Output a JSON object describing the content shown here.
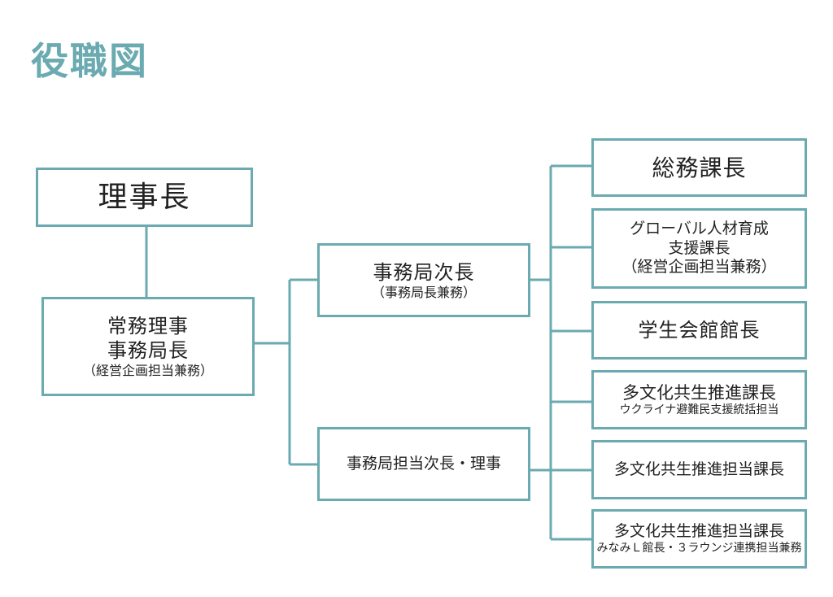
{
  "title": "役職図",
  "colors": {
    "accent": "#6aaab0",
    "text": "#222222",
    "background": "#ffffff"
  },
  "nodes": {
    "chairman": {
      "line1": "理事長"
    },
    "managing_director": {
      "line1": "常務理事",
      "line2": "事務局長",
      "line3": "（経営企画担当兼務）"
    },
    "deputy_secretary_general": {
      "line1": "事務局次長",
      "line2": "（事務局長兼務）"
    },
    "deputy_in_charge": {
      "line1": "事務局担当次長・理事"
    },
    "general_affairs": {
      "line1": "総務課長"
    },
    "global_hr": {
      "line1": "グローバル人材育成",
      "line2": "支援課長",
      "line3": "（経営企画担当兼務）"
    },
    "student_hall": {
      "line1": "学生会館館長"
    },
    "multicultural_1": {
      "line1": "多文化共生推進課長",
      "line2": "ウクライナ避難民支援統括担当"
    },
    "multicultural_2": {
      "line1": "多文化共生推進担当課長"
    },
    "multicultural_3": {
      "line1": "多文化共生推進担当課長",
      "line2": "みなみＬ館長・３ラウンジ連携担当兼務"
    }
  }
}
